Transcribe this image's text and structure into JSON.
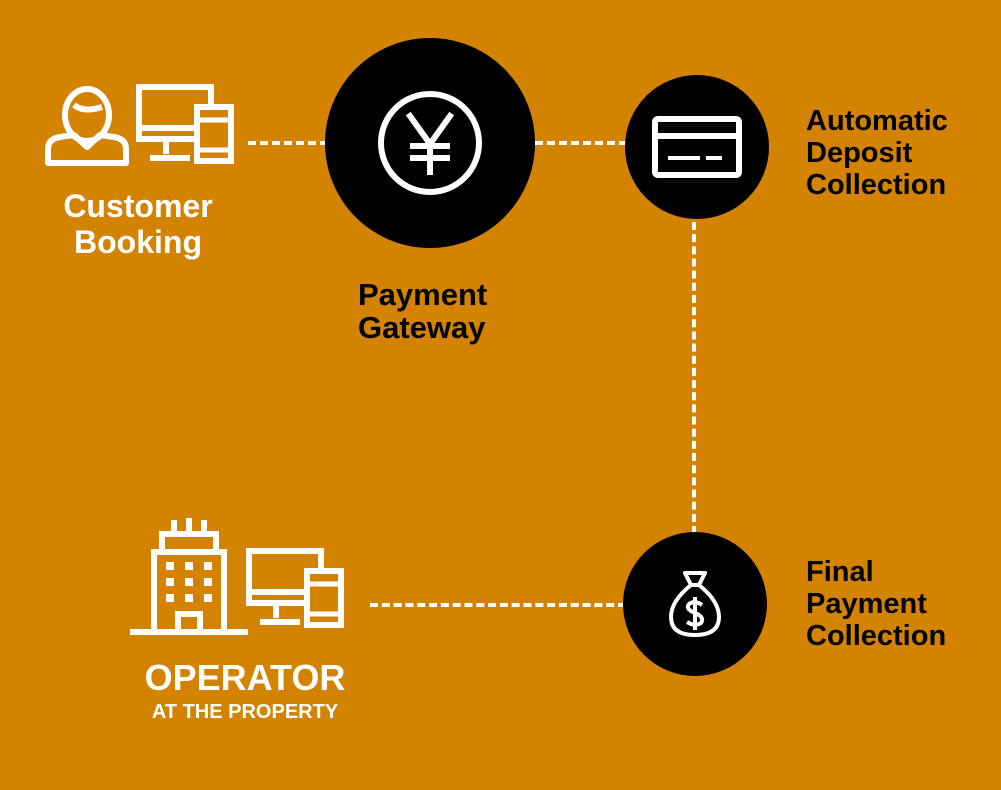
{
  "colors": {
    "background": "#D48300",
    "node_fill": "#000000",
    "line_color": "#FFFFFF",
    "text_light": "#FFFFFF",
    "text_dark": "#000000"
  },
  "nodes": {
    "customer": {
      "label_line1": "Customer",
      "label_line2": "Booking",
      "icons": [
        "user-icon",
        "desktop-monitor-icon",
        "tablet-icon"
      ]
    },
    "gateway": {
      "label_line1": "Payment",
      "label_line2": "Gateway",
      "icon": "yen-coin-icon"
    },
    "deposit": {
      "label_line1": "Automatic",
      "label_line2": "Deposit",
      "label_line3": "Collection",
      "icon": "credit-card-icon"
    },
    "final": {
      "label_line1": "Final",
      "label_line2": "Payment",
      "label_line3": "Collection",
      "icon": "money-bag-icon"
    },
    "operator": {
      "title": "OPERATOR",
      "subtitle": "AT THE PROPERTY",
      "icons": [
        "building-icon",
        "desktop-monitor-icon",
        "tablet-icon"
      ]
    }
  },
  "connections": [
    {
      "from": "customer",
      "to": "gateway"
    },
    {
      "from": "gateway",
      "to": "deposit"
    },
    {
      "from": "deposit",
      "to": "final"
    },
    {
      "from": "final",
      "to": "operator"
    }
  ]
}
